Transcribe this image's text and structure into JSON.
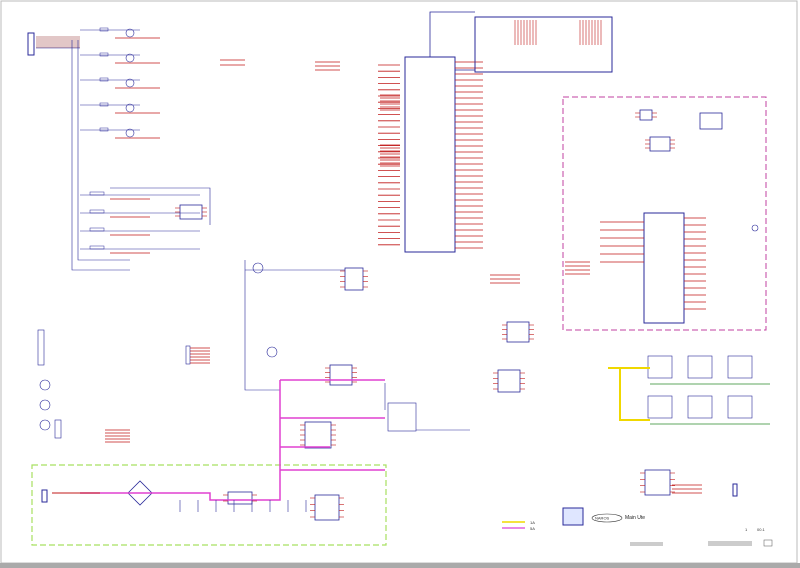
{
  "legend": {
    "items": [
      {
        "label": "1A",
        "color": "#f2e600"
      },
      {
        "label": "5A",
        "color": "#e060e0"
      }
    ]
  },
  "title_block": {
    "logo_text": "NAROS",
    "sheet_title": "Main Ute",
    "sheet_no": "1",
    "revision": "00.1"
  },
  "colors": {
    "wire": "#2a2a9a",
    "pin": "#c01818",
    "power_trace": "#e040d0",
    "high_current_trace": "#f0d800",
    "section_box": "#c040a0",
    "supply_box": "#a8e060"
  }
}
